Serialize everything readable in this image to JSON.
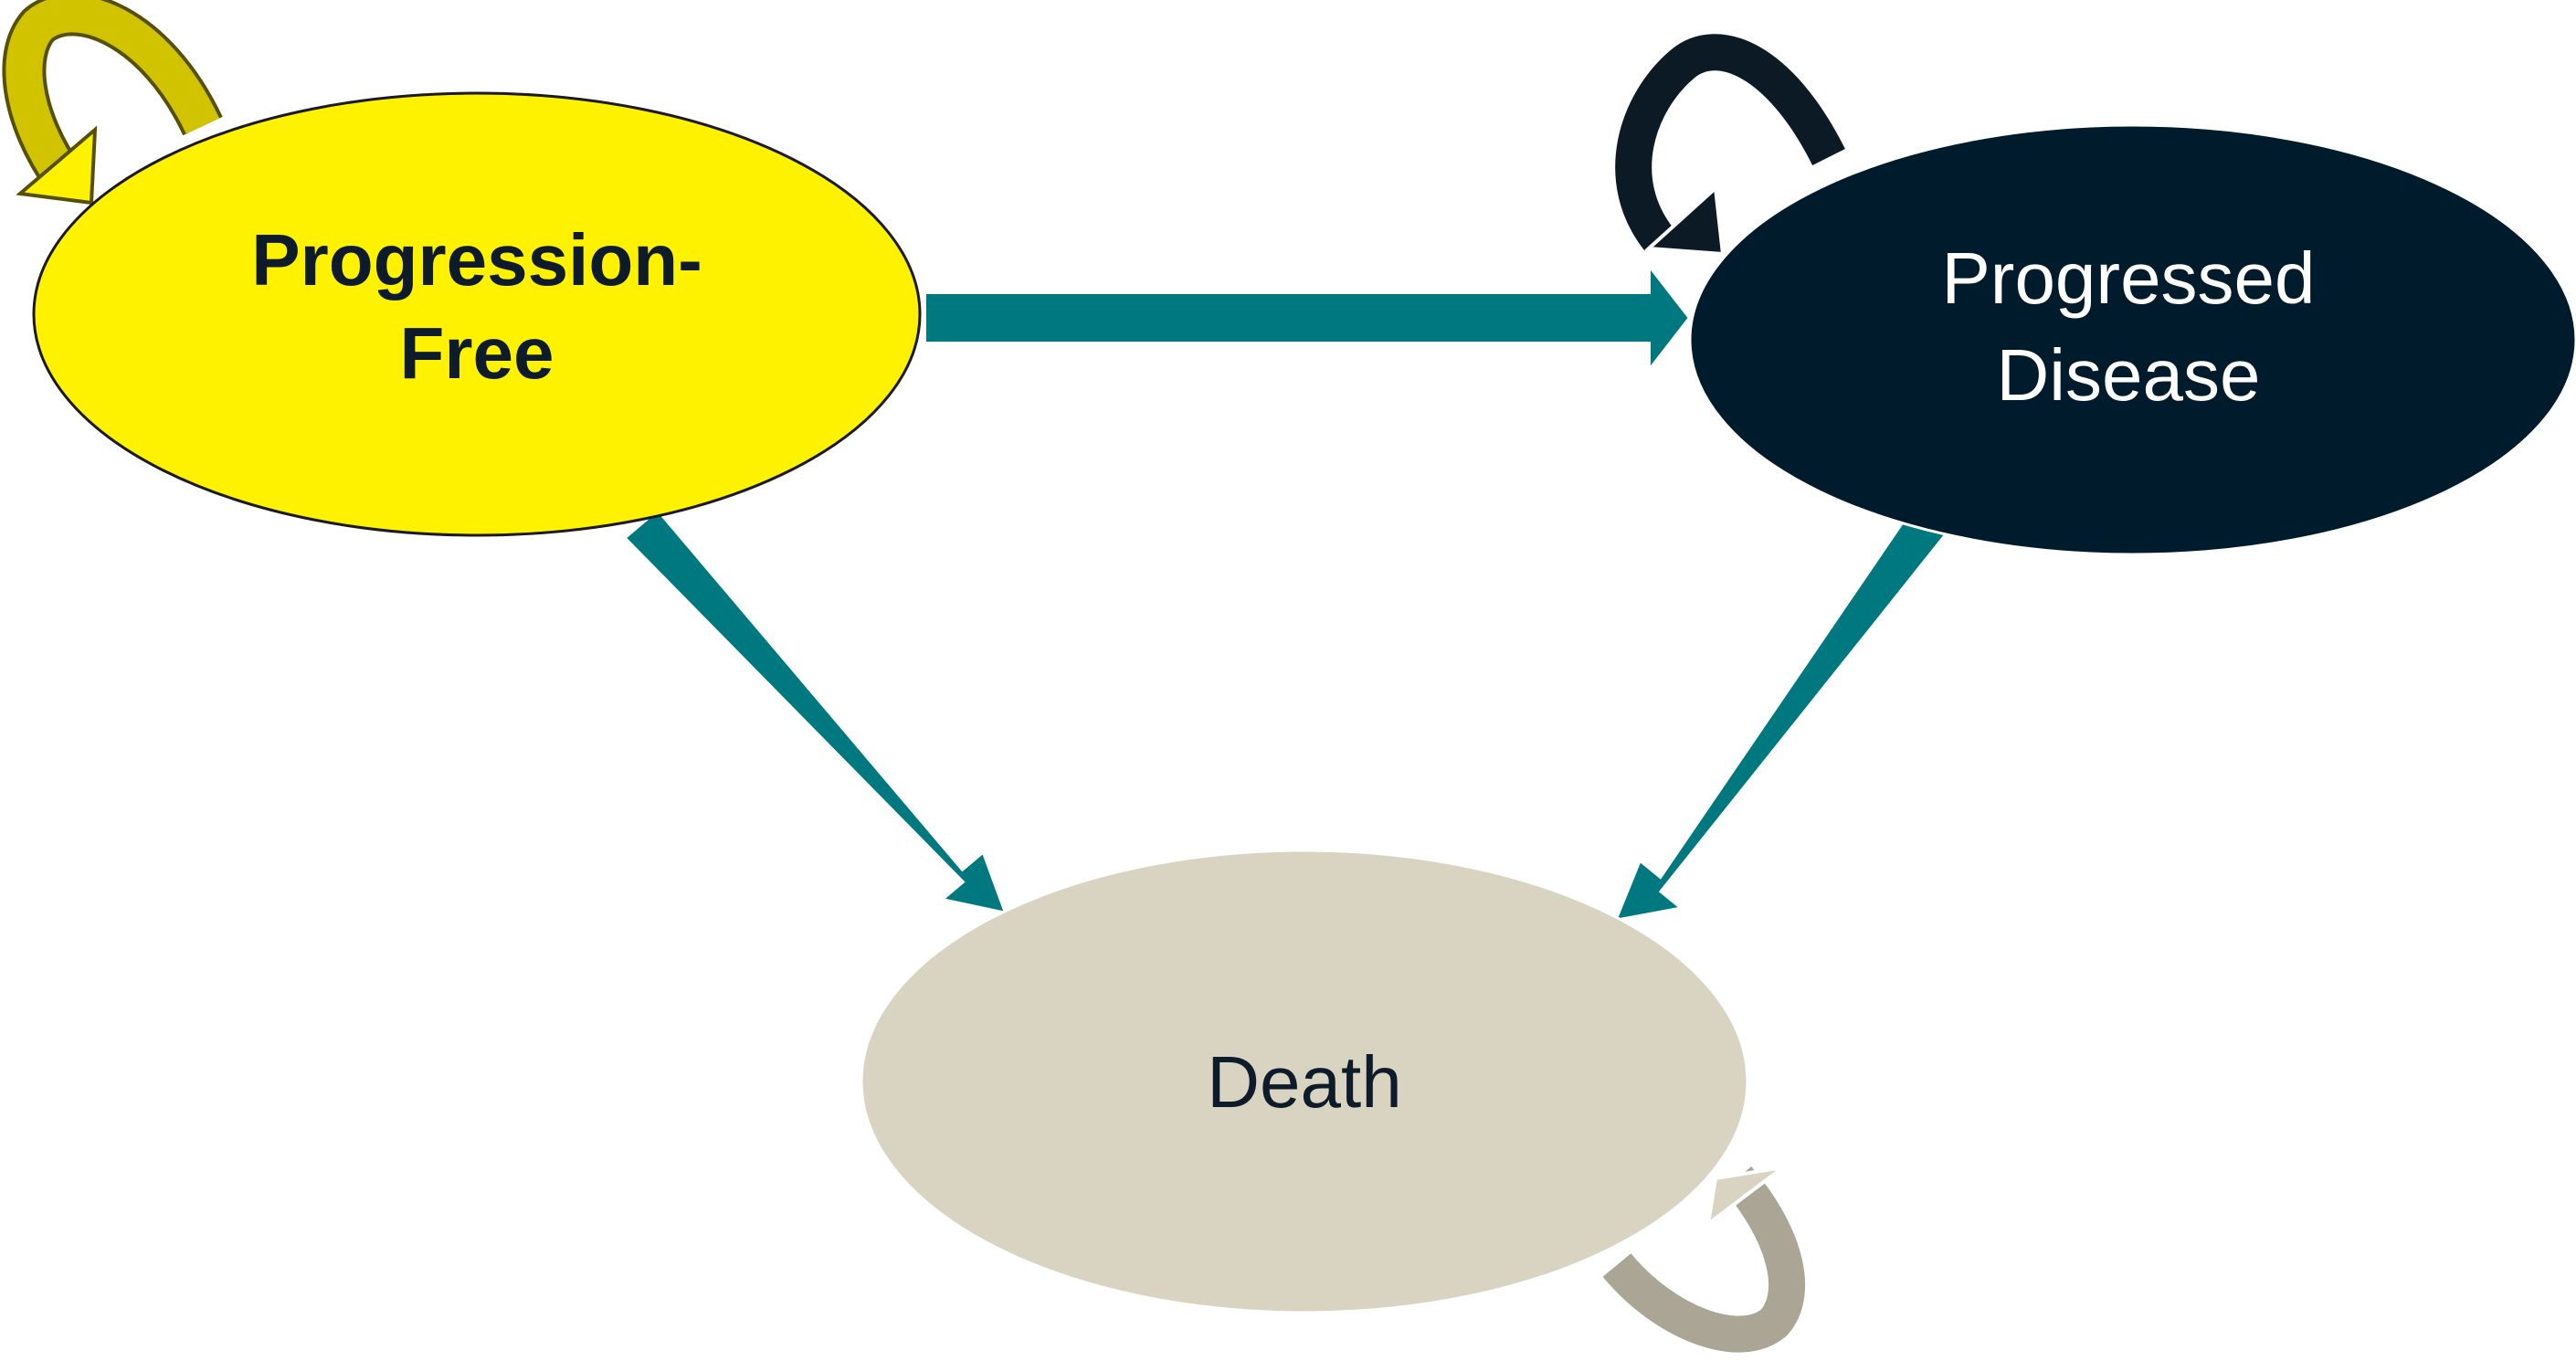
{
  "states": {
    "progression_free": {
      "line1": "Progression-",
      "line2": "Free",
      "fill": "#FFF200",
      "text_color": "#0D1B2A"
    },
    "progressed_disease": {
      "line1": "Progressed",
      "line2": "Disease",
      "fill": "#001C2C",
      "text_color": "#FFFFFF"
    },
    "death": {
      "line1": "Death",
      "fill": "#D9D3C1",
      "text_color": "#0D1B2A"
    }
  },
  "transition_color": "#007880",
  "loop_colors": {
    "progression_free": "#D2C300",
    "progressed_disease": "#0B1A24",
    "death": "#ABA596"
  }
}
